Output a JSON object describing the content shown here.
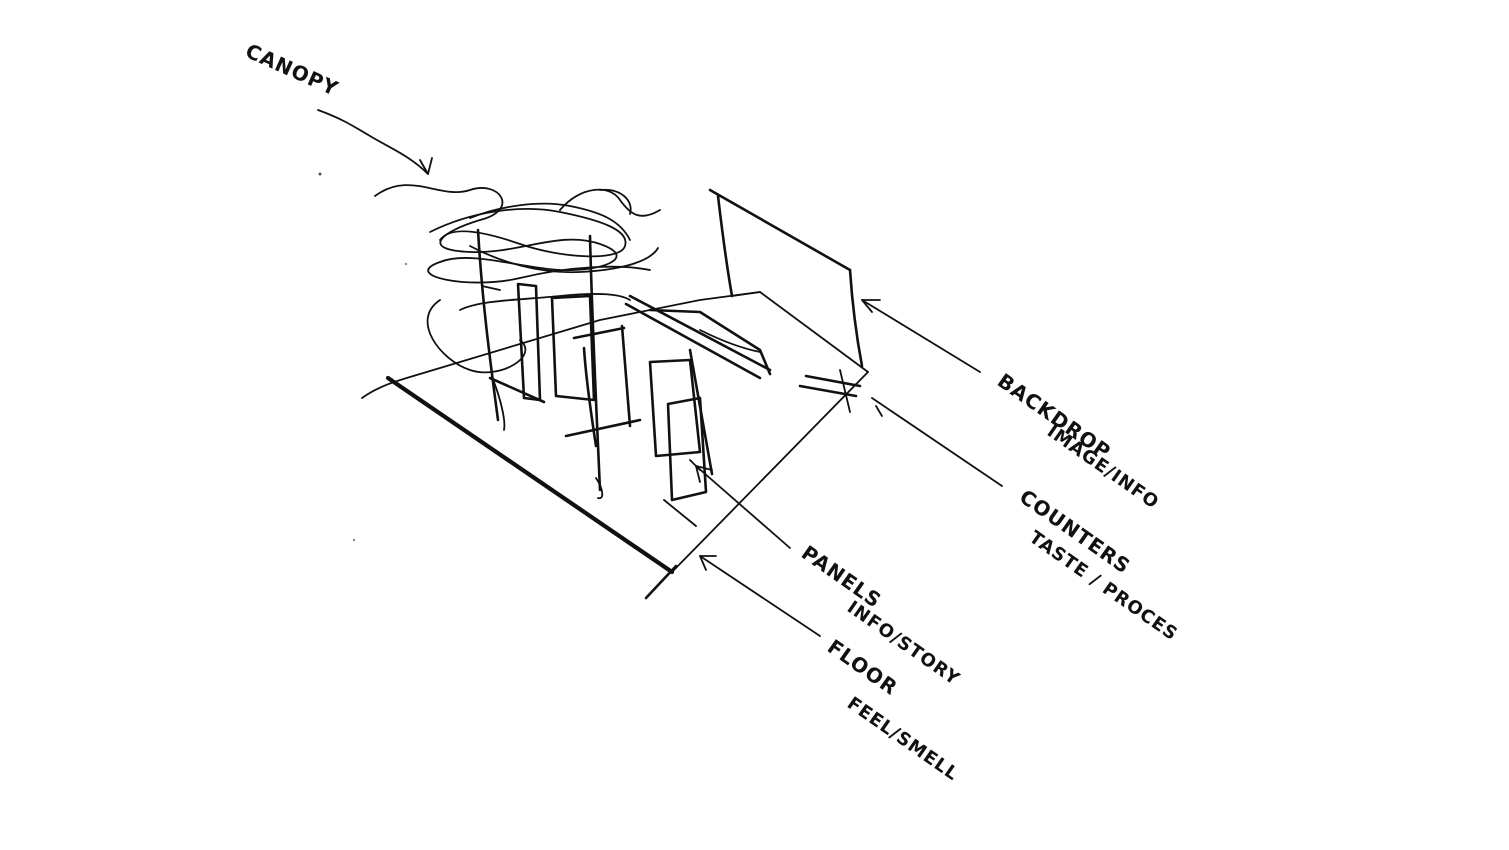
{
  "colors": {
    "ink": "#111111",
    "paper": "#ffffff"
  },
  "labels": {
    "canopy": "CANOPY",
    "backdrop_title": "BACKDROP",
    "backdrop_sub": "IMAGE/INFO",
    "counters_title": "COUNTERS",
    "counters_sub": "TASTE / PROCES",
    "panels_title": "PANELS",
    "panels_sub": "INFO/STORY",
    "floor_title": "FLOOR",
    "floor_sub": "FEEL/SMELL"
  }
}
